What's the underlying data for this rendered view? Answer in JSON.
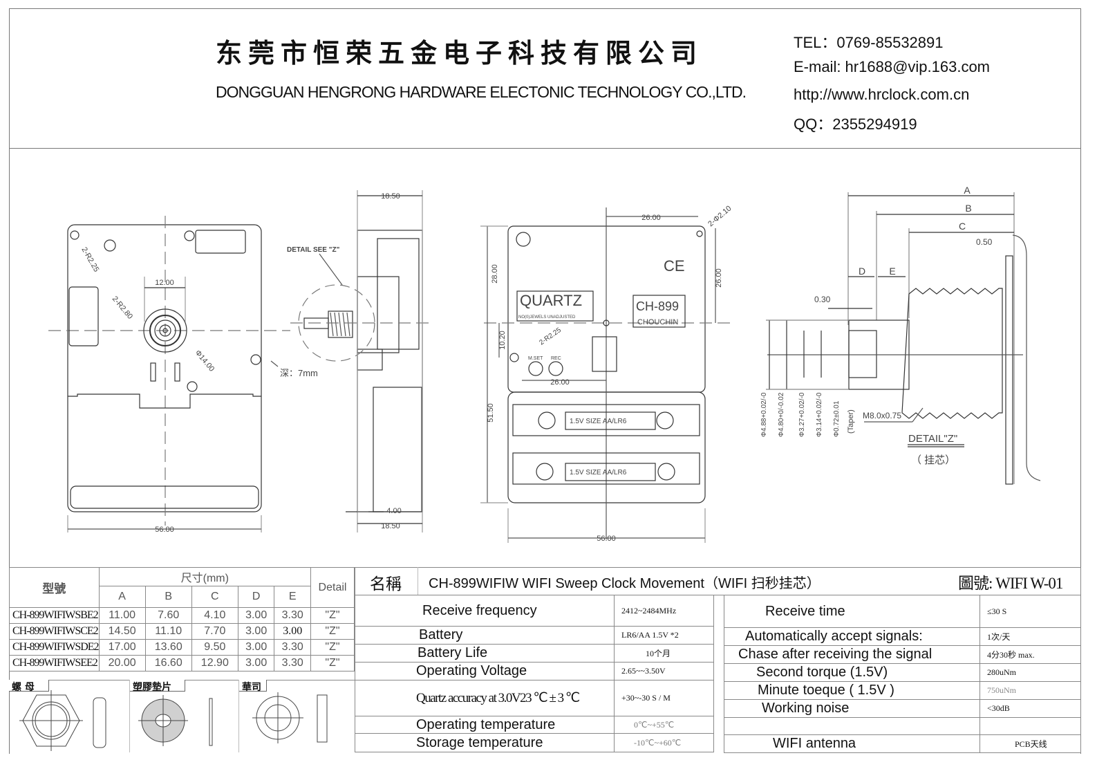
{
  "header": {
    "company_cn": "东莞市恒荣五金电子科技有限公司",
    "company_en": "DONGGUAN HENGRONG HARDWARE ELECTONIC TECHNOLOGY CO.,LTD.",
    "contact": {
      "tel": "TEL：0769-85532891",
      "email": "E-mail:  hr1688@vip.163.com",
      "web": "http://www.hrclock.com.cn",
      "qq": "QQ：2355294919"
    }
  },
  "drawings": {
    "front": {
      "r225": "2-R2.25",
      "d12": "12.00",
      "r280": "2-R2.80",
      "phi14": "Φ14.00",
      "w56": "56.00"
    },
    "side": {
      "top1850": "18.50",
      "detail_see": "DETAIL SEE \"Z\"",
      "depth": "深：7mm",
      "d400": "4.00",
      "bot1850": "18.50"
    },
    "back": {
      "top2600": "26.00",
      "phi210": "2-Φ2.10",
      "h2800": "28.00",
      "r2600": "26.00",
      "d1020": "10.20",
      "r225": "2-R2.25",
      "mset": "M.SET",
      "rec": "REC",
      "b2600": "26.00",
      "h5150": "51.50",
      "w56": "56.00",
      "ce": "CE",
      "quartz": "QUARTZ",
      "quartz_sub": "NO(0)JEWELS UNADJUSTED",
      "model": "CH-899",
      "brand": "CHOUCHIN",
      "battery1": "1.5V SIZE AA/LR6",
      "battery2": "1.5V SIZE AA/LR6"
    },
    "detail": {
      "a": "A",
      "b": "B",
      "c": "C",
      "d050": "0.50",
      "d": "D",
      "e": "E",
      "d030": "0.30",
      "dia1": "Φ4.88+0.02/-0",
      "dia2": "Φ4.80+0/-0.02",
      "dia3": "Φ3.27+0.02/-0",
      "dia4": "Φ3.14+0.02/-0",
      "dia5": "Φ0.72±0.01",
      "taper": "(Taper)",
      "thread": "M8.0x0.75",
      "title": "DETAIL\"Z\"",
      "subtitle": "（ 挂芯）"
    }
  },
  "size_table": {
    "model_header": "型號",
    "size_header": "尺寸(mm)",
    "detail_header": "Detail",
    "columns": [
      "A",
      "B",
      "C",
      "D",
      "E"
    ],
    "rows": [
      {
        "model": "CH-899WIFIWSBE2",
        "values": [
          "11.00",
          "7.60",
          "4.10",
          "3.00",
          "3.30"
        ],
        "detail": "\"Z\""
      },
      {
        "model": "CH-899WIFIWSCE2",
        "values": [
          "14.50",
          "11.10",
          "7.70",
          "3.00",
          "3.00"
        ],
        "detail": "\"Z\""
      },
      {
        "model": "CH-899WIFIWSDE2",
        "values": [
          "17.00",
          "13.60",
          "9.50",
          "3.00",
          "3.30"
        ],
        "detail": "\"Z\""
      },
      {
        "model": "CH-899WIFIWSEE2",
        "values": [
          "20.00",
          "16.60",
          "12.90",
          "3.00",
          "3.30"
        ],
        "detail": "\"Z\""
      }
    ],
    "parts": [
      "螺 母",
      "塑膠墊片",
      "華司"
    ]
  },
  "title_block": {
    "name_label": "名稱",
    "product": "CH-899WIFIW WIFI Sweep Clock Movement（WIFI 扫秒挂芯）",
    "drawing_no": "圖號: WIFI W-01"
  },
  "specs_left": [
    {
      "label": "Receive frequency",
      "value": "2412~2484MHz"
    },
    {
      "label": "Battery",
      "value": "LR6/AA 1.5V *2"
    },
    {
      "label": "Battery Life",
      "value": "10个月"
    },
    {
      "label": "Operating Voltage",
      "value": "2.65~~3.50V"
    },
    {
      "label": "Quartz accuracy at 3.0V23 ℃ ± 3 ℃",
      "value": "+30~-30 S / M"
    },
    {
      "label": "Operating temperature",
      "value": "0℃~+55℃"
    },
    {
      "label": "Storage temperature",
      "value": "-10℃~+60℃"
    }
  ],
  "specs_right": [
    {
      "label": "Receive time",
      "value": "≤30 S"
    },
    {
      "label": "Automatically accept signals:",
      "value": "1次/天"
    },
    {
      "label": "Chase after receiving the signal",
      "value": "4分30秒 max."
    },
    {
      "label": "Second torque (1.5V)",
      "value": "280uNm"
    },
    {
      "label": "Minute toeque ( 1.5V )",
      "value": "750uNm"
    },
    {
      "label": "Working noise",
      "value": "<30dB"
    },
    {
      "label": "WIFI antenna",
      "value": "PCB天线"
    }
  ]
}
